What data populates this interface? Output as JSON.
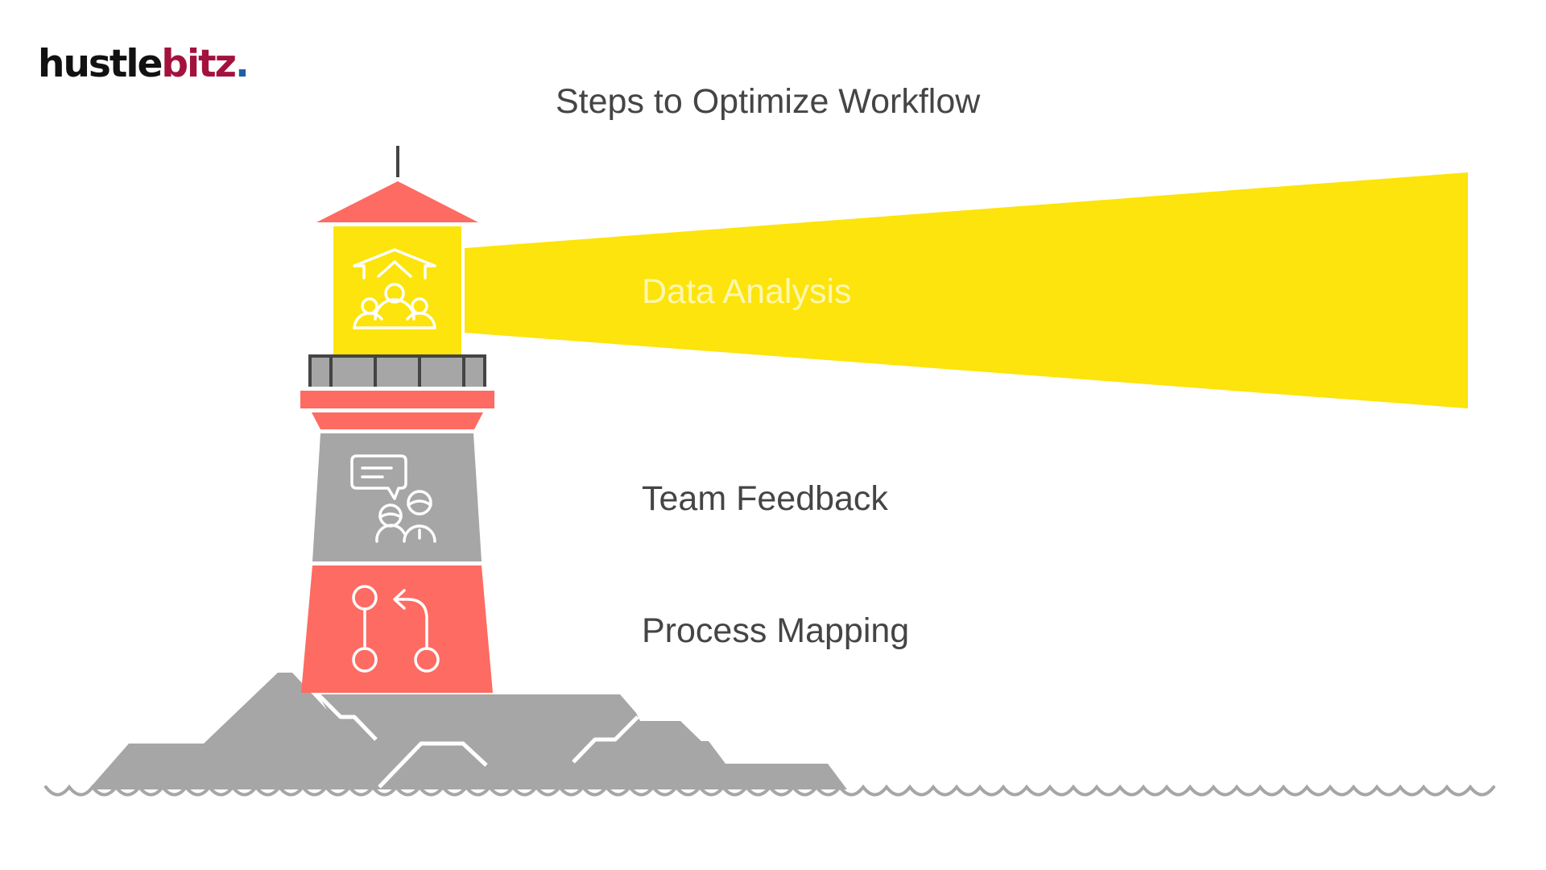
{
  "brand": {
    "part1": "hustle",
    "part2": "bitz",
    "dot": ".",
    "part1_color": "#111111",
    "part2_color": "#a3123d",
    "dot_color": "#1f5fa8"
  },
  "title": "Steps to Optimize Workflow",
  "steps": [
    {
      "label": "Data Analysis",
      "icon": "team-growth-icon",
      "section": "lantern",
      "color": "#fce40c",
      "label_color": "#fff7b0"
    },
    {
      "label": "Team Feedback",
      "icon": "chat-feedback-icon",
      "section": "upper-tower",
      "color": "#a6a6a6",
      "label_color": "#454545"
    },
    {
      "label": "Process Mapping",
      "icon": "process-flow-icon",
      "section": "lower-tower",
      "color": "#fd6b62",
      "label_color": "#454545"
    }
  ],
  "colors": {
    "title": "#454545",
    "coral": "#fd6b62",
    "yellow": "#fce40c",
    "gray": "#a6a6a6",
    "dark": "#444444",
    "water": "#a6a6a6"
  }
}
